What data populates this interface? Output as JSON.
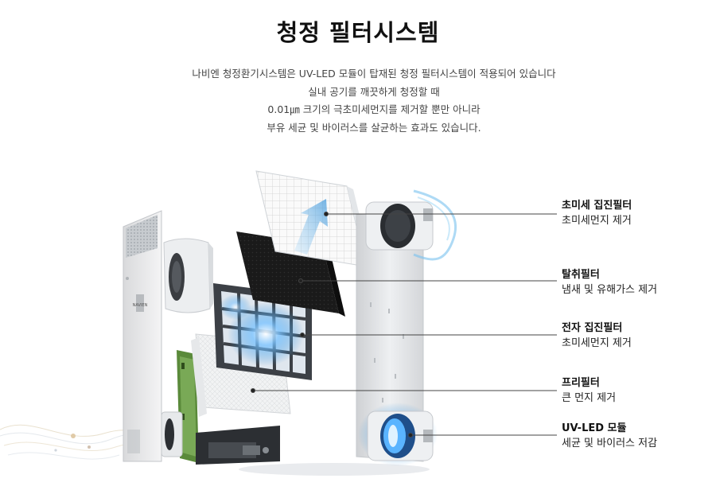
{
  "title": "청정 필터시스템",
  "intro": [
    "나비엔 청정환기시스템은 UV-LED 모듈이 탑재된 청정 필터시스템이 적용되어 있습니다",
    "실내 공기를 깨끗하게 청정할 때",
    "0.01㎛ 크기의 극초미세먼지를 제거할 뿐만 아니라",
    "부유 세균 및 바이러스를 살균하는 효과도 있습니다."
  ],
  "filters": [
    {
      "name": "초미세 집진필터",
      "desc": "초미세먼지 제거"
    },
    {
      "name": "탈취필터",
      "desc": "냄새 및 유해가스 제거"
    },
    {
      "name": "전자 집진필터",
      "desc": "초미세먼지 제거"
    },
    {
      "name": "프리필터",
      "desc": "큰 먼지 제거"
    },
    {
      "name": "UV-LED 모듈",
      "desc": "세균 및 바이러스 저감"
    }
  ],
  "device_label": "NAVIEN",
  "colors": {
    "accent_blue": "#2f8fd8",
    "glow": "#5ab4ff",
    "green_frame": "#5a8a3a",
    "dark_filter": "#1c1c1c"
  },
  "icons": [
    "airflow-arrow-icon",
    "fan-icon",
    "uv-led-icon"
  ]
}
